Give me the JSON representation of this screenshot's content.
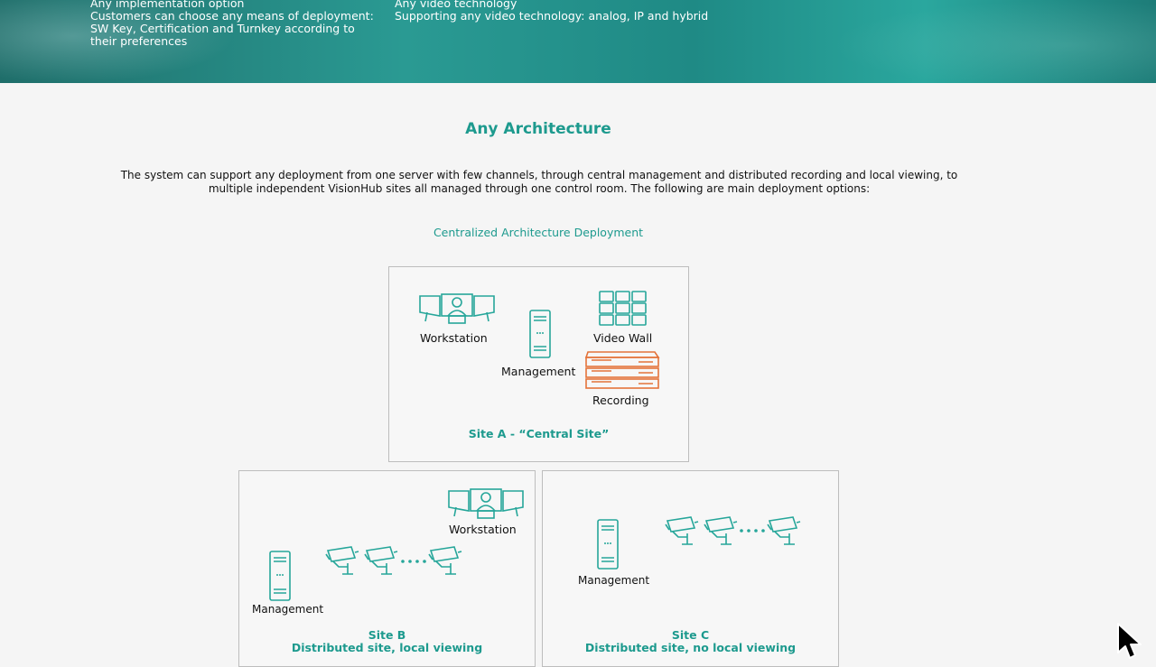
{
  "hero": {
    "left_lines": [
      "Any implementation option",
      "Customers can choose any means of deployment: SW Key, Certification and Turnkey according to their preferences"
    ],
    "right_lines": [
      "Any video technology",
      "Supporting any video technology: analog, IP and hybrid"
    ]
  },
  "section": {
    "title": "Any Architecture",
    "intro": "The system can support any deployment from one server with few channels, through central management and distributed recording and local viewing, to multiple independent VisionHub sites all managed through one control room. The following are main deployment options:",
    "subtitle": "Centralized Architecture Deployment"
  },
  "site_a": {
    "workstation": "Workstation",
    "management": "Management",
    "video_wall": "Video Wall",
    "recording": "Recording",
    "caption": "Site A - “Central Site”"
  },
  "site_b": {
    "workstation": "Workstation",
    "management": "Management",
    "caption_line1": "Site B",
    "caption_line2": "Distributed site, local viewing"
  },
  "site_c": {
    "management": "Management",
    "caption_line1": "Site C",
    "caption_line2": "Distributed site, no local viewing"
  },
  "colors": {
    "teal": "#1d9a8e",
    "orange": "#e4733a",
    "icon_teal": "#26a69a"
  },
  "icons": [
    "workstation-icon",
    "server-icon",
    "video-wall-icon",
    "recorder-icon",
    "camera-icon",
    "mouse-cursor-icon"
  ]
}
